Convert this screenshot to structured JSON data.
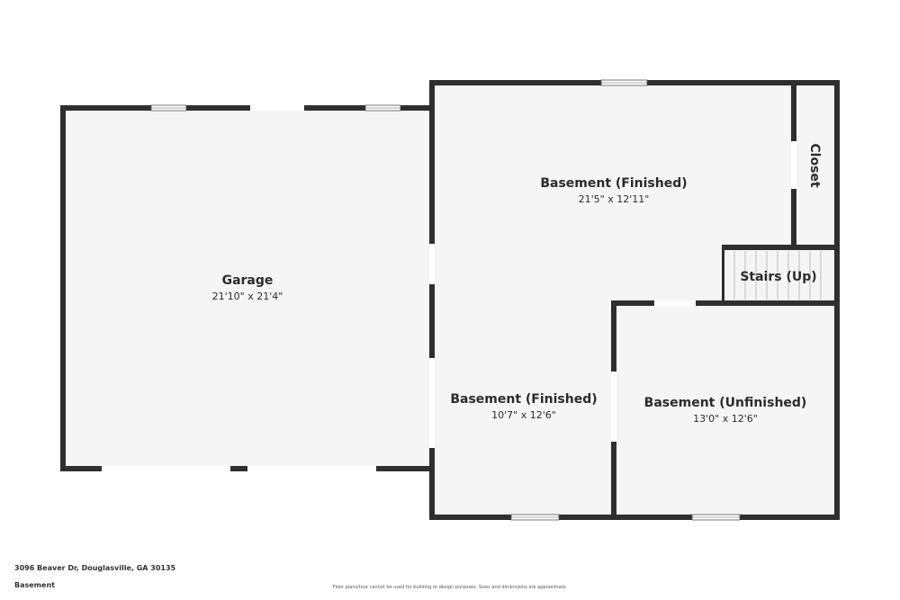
{
  "rooms": {
    "garage": {
      "name": "Garage",
      "dims": "21'10\" x 21'4\""
    },
    "basement_finished_1": {
      "name": "Basement (Finished)",
      "dims": "21'5\" x 12'11\""
    },
    "basement_finished_2": {
      "name": "Basement (Finished)",
      "dims": "10'7\" x 12'6\""
    },
    "basement_unfinished": {
      "name": "Basement (Unfinished)",
      "dims": "13'0\" x 12'6\""
    },
    "closet": {
      "name": "Closet"
    },
    "stairs": {
      "name": "Stairs (Up)"
    }
  },
  "footer": {
    "address": "3096 Beaver Dr, Douglasville, GA 30135",
    "level": "Basement",
    "disclaimer": "Floor plans/tour cannot be used for building or design purposes. Sizes and dimensions are approximate."
  },
  "colors": {
    "wall": "#2f2f2f",
    "floor": "#f5f5f5",
    "opening": "#ffffff"
  }
}
